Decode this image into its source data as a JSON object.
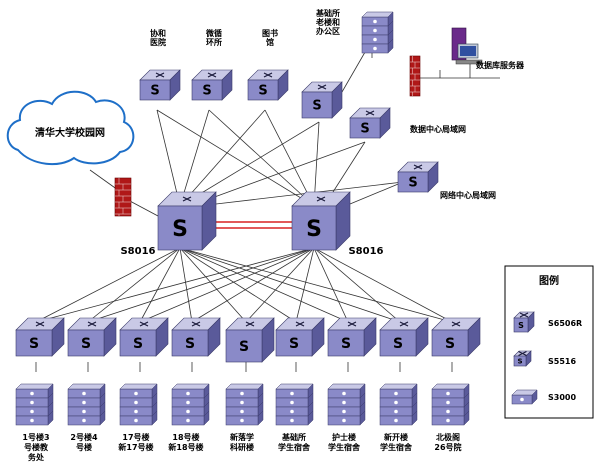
{
  "colors": {
    "switch_top": "#c9c9e6",
    "switch_front": "#8a8ac8",
    "switch_side": "#5a5a9a",
    "switch_stroke": "#3a3a6a",
    "link": "#333333",
    "trunk": "#d82020",
    "firewall": "#b01818",
    "cloud_fill": "#ffffff",
    "cloud_stroke": "#1e6fc8",
    "workstation": "#6a2a8a"
  },
  "core": {
    "left_label": "S8016",
    "right_label": "S8016",
    "switch_letter": "S"
  },
  "campus": {
    "label": "清华大学校园网"
  },
  "top_nodes": [
    {
      "label": [
        "协和",
        "医院"
      ]
    },
    {
      "label": [
        "微循",
        "环所"
      ]
    },
    {
      "label": [
        "图书",
        "馆"
      ]
    },
    {
      "label": [
        "基础所",
        "老楼和",
        "办公区"
      ]
    }
  ],
  "right_nodes": {
    "database_server": "数据库服务器",
    "data_center_lan": "数据中心局域网",
    "network_center_lan": "网络中心局域网"
  },
  "bottom_nodes": [
    {
      "label": [
        "1号楼3",
        "号楼教",
        "务处"
      ]
    },
    {
      "label": [
        "2号楼4",
        "号楼"
      ]
    },
    {
      "label": [
        "17号楼",
        "新17号楼"
      ]
    },
    {
      "label": [
        "18号楼",
        "新18号楼"
      ]
    },
    {
      "label": [
        "新落学",
        "科研楼"
      ]
    },
    {
      "label": [
        "基础所",
        "学生宿舍"
      ]
    },
    {
      "label": [
        "护士楼",
        "学生宿舍"
      ]
    },
    {
      "label": [
        "新开楼",
        "学生宿舍"
      ]
    },
    {
      "label": [
        "北极阁",
        "26号院"
      ]
    }
  ],
  "legend": {
    "title": "图例",
    "items": [
      {
        "type": "S6506R"
      },
      {
        "type": "S5516"
      },
      {
        "type": "S3000"
      }
    ]
  }
}
